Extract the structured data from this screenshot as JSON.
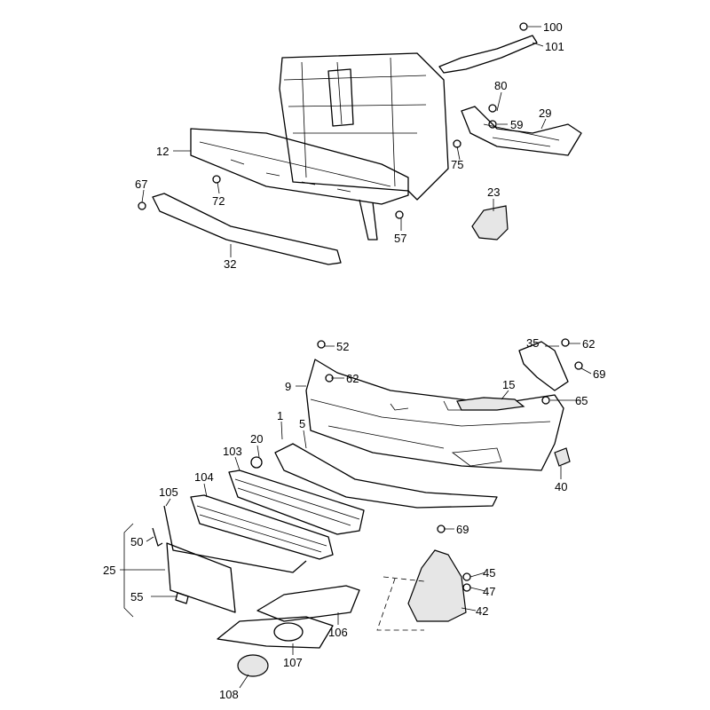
{
  "diagram": {
    "title": "Front bumper and carrier parts diagram",
    "callouts": {
      "c100": "100",
      "c101": "101",
      "c80": "80",
      "c59": "59",
      "c29": "29",
      "c75": "75",
      "c12": "12",
      "c67": "67",
      "c72": "72",
      "c23": "23",
      "c57": "57",
      "c32": "32",
      "c52": "52",
      "c35": "35",
      "c62a": "62",
      "c69a": "69",
      "c62b": "62",
      "c9": "9",
      "c15": "15",
      "c65": "65",
      "c1": "1",
      "c5": "5",
      "c20": "20",
      "c103": "103",
      "c104": "104",
      "c105": "105",
      "c40": "40",
      "c69b": "69",
      "c50": "50",
      "c25": "25",
      "c45": "45",
      "c47": "47",
      "c55": "55",
      "c42": "42",
      "c106": "106",
      "c107": "107",
      "c108": "108"
    }
  }
}
